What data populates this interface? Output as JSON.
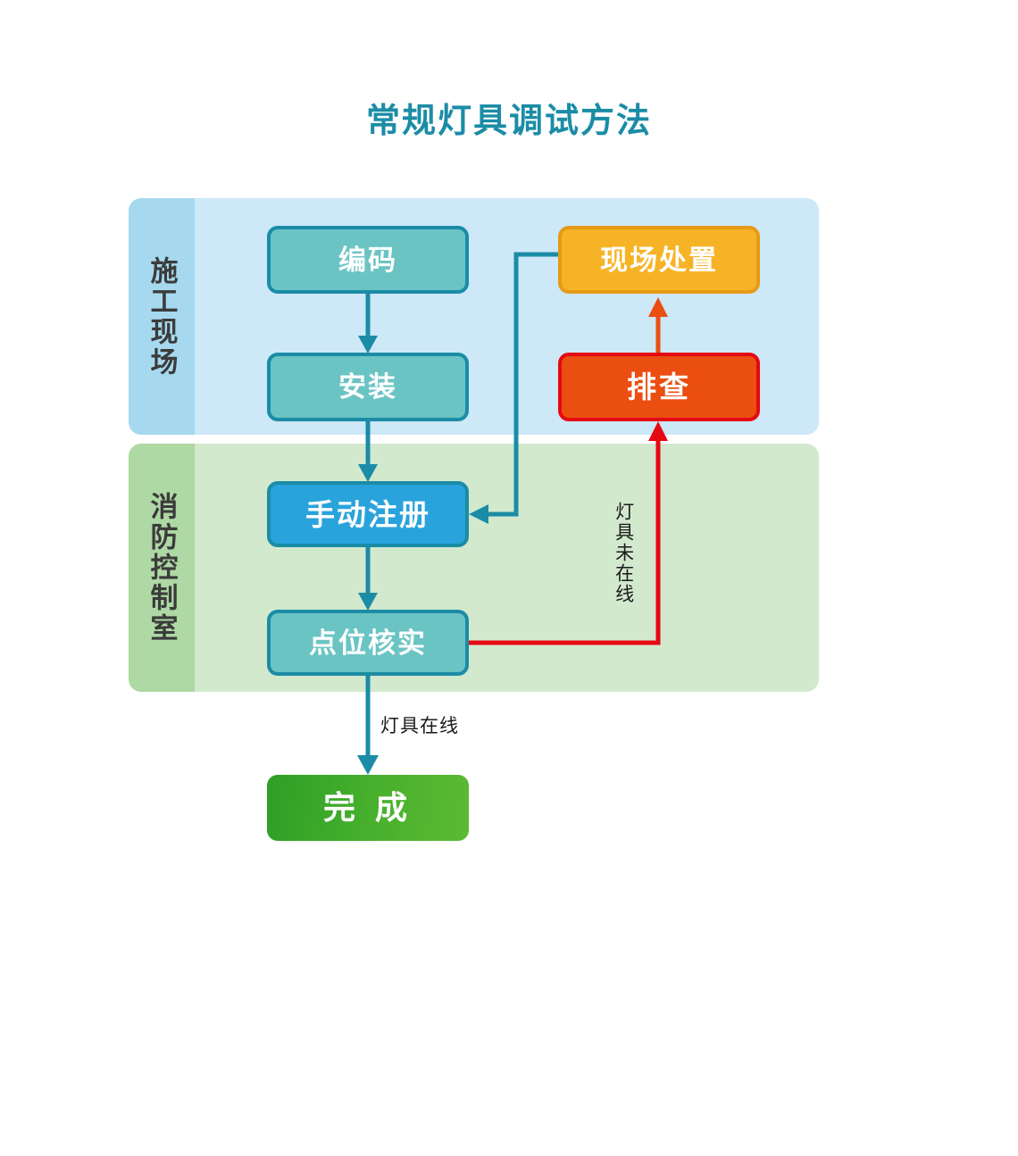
{
  "title": "常规灯具调试方法",
  "colors": {
    "title": "#1B8CA6",
    "lane_site_body": "#CDE8F7",
    "lane_site_strip": "#A6D9EF",
    "lane_control_body": "#D2E9CE",
    "lane_control_strip": "#AED8A4",
    "node_teal": "#6BC4C4",
    "node_blue": "#29A3DC",
    "node_amber": "#F7B326",
    "node_red": "#EA4E10",
    "node_green": "#2E9E26",
    "border_teal": "#1B8CA6",
    "border_red": "#E50914",
    "arrow_teal": "#1B8CA6",
    "arrow_red": "#E50914",
    "arrow_orange": "#EA4E10"
  },
  "lanes": [
    {
      "id": "site",
      "label": "施工现场"
    },
    {
      "id": "control",
      "label": "消防控制室"
    }
  ],
  "nodes": [
    {
      "id": "encode",
      "label": "编码",
      "lane": "site",
      "style": "teal"
    },
    {
      "id": "install",
      "label": "安装",
      "lane": "site",
      "style": "teal"
    },
    {
      "id": "onsite",
      "label": "现场处置",
      "lane": "site",
      "style": "amber"
    },
    {
      "id": "inspect",
      "label": "排查",
      "lane": "site",
      "style": "red"
    },
    {
      "id": "register",
      "label": "手动注册",
      "lane": "control",
      "style": "blue"
    },
    {
      "id": "verify",
      "label": "点位核实",
      "lane": "control",
      "style": "teal"
    },
    {
      "id": "done",
      "label": "完  成",
      "lane": "none",
      "style": "green"
    }
  ],
  "edges": [
    {
      "from": "encode",
      "to": "install",
      "label": "",
      "color": "#1B8CA6"
    },
    {
      "from": "install",
      "to": "register",
      "label": "",
      "color": "#1B8CA6"
    },
    {
      "from": "register",
      "to": "verify",
      "label": "",
      "color": "#1B8CA6"
    },
    {
      "from": "verify",
      "to": "done",
      "label": "灯具在线",
      "color": "#1B8CA6"
    },
    {
      "from": "verify",
      "to": "inspect",
      "label": "灯具未在线",
      "color": "#E50914"
    },
    {
      "from": "inspect",
      "to": "onsite",
      "label": "",
      "color": "#EA4E10"
    },
    {
      "from": "onsite",
      "to": "register",
      "label": "",
      "color": "#1B8CA6"
    }
  ],
  "labels": {
    "online": "灯具在线",
    "offline": "灯具未在线"
  }
}
